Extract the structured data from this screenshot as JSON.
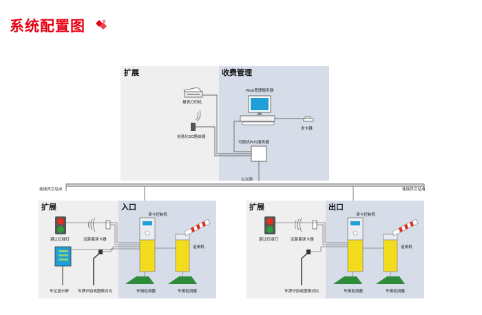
{
  "page": {
    "title": "系统配置图"
  },
  "central": {
    "expand_label": "扩展",
    "charge_label": "收费管理",
    "web_server": "Web管理服务器",
    "report_printer": "报表打印机",
    "card_issuer": "发卡器",
    "router": "信息化3G路由器",
    "pos_server": "可脱机POS服务器"
  },
  "network": {
    "ethernet": "以太网",
    "left_other_sites": "连接其它站点",
    "right_other_sites": "连接其它站点"
  },
  "entrance": {
    "expand_label": "扩展",
    "section_label": "入口",
    "card_controller": "读卡控制机",
    "barrier": "道闸机",
    "avoid_light": "避让红绿灯",
    "long_range_reader": "远距离读卡器",
    "display_screen": "车位显示屏",
    "plate_recognition": "车牌识别或图像对比",
    "detector_1": "车辆检测器",
    "detector_2": "车辆检测器"
  },
  "exit": {
    "expand_label": "扩展",
    "section_label": "出口",
    "card_controller": "读卡控制机",
    "barrier": "道闸机",
    "avoid_light": "避让红绿灯",
    "long_range_reader": "远距离读卡器",
    "plate_recognition": "车牌识别或图像对比",
    "detector_1": "车辆检测器",
    "detector_2": "车辆检测器"
  },
  "colors": {
    "title_red": "#e60012",
    "expand_bg": "#efefef",
    "section_bg": "#d6dde8",
    "kiosk_yellow": "#f3dc1e",
    "loop_green": "#2e8b3a",
    "screen_blue": "#1f9fd8",
    "barrier_red": "#e0301e"
  }
}
